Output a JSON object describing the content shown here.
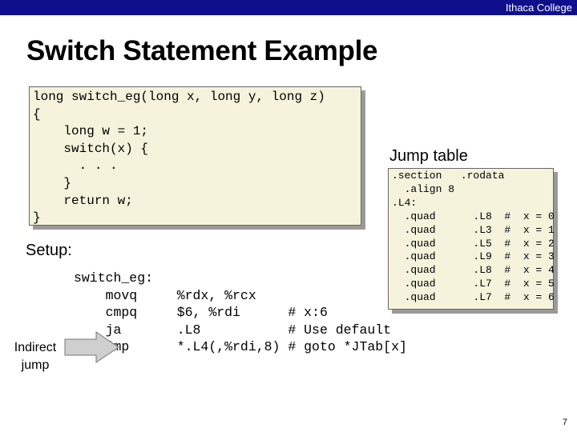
{
  "header": {
    "brand": "Ithaca College"
  },
  "title": "Switch Statement Example",
  "c_code": "long switch_eg(long x, long y, long z)\n{\n    long w = 1;\n    switch(x) {\n      . . .\n    }\n    return w;\n}",
  "jump_table": {
    "label": "Jump table",
    "code": ".section   .rodata\n  .align 8\n.L4:\n  .quad      .L8  #  x = 0\n  .quad      .L3  #  x = 1\n  .quad      .L5  #  x = 2\n  .quad      .L9  #  x = 3\n  .quad      .L8  #  x = 4\n  .quad      .L7  #  x = 5\n  .quad      .L7  #  x = 6"
  },
  "setup": {
    "label": "Setup:",
    "code": "switch_eg:\n    movq     %rdx, %rcx\n    cmpq     $6, %rdi      # x:6\n    ja       .L8           # Use default\n    jmp      *.L4(,%rdi,8) # goto *JTab[x]"
  },
  "callout": {
    "label": "Indirect jump"
  },
  "page_number": "7",
  "colors": {
    "topbar": "#0f0f8c",
    "box_fill": "#f5f3dc",
    "shadow": "#9a9a9a"
  }
}
